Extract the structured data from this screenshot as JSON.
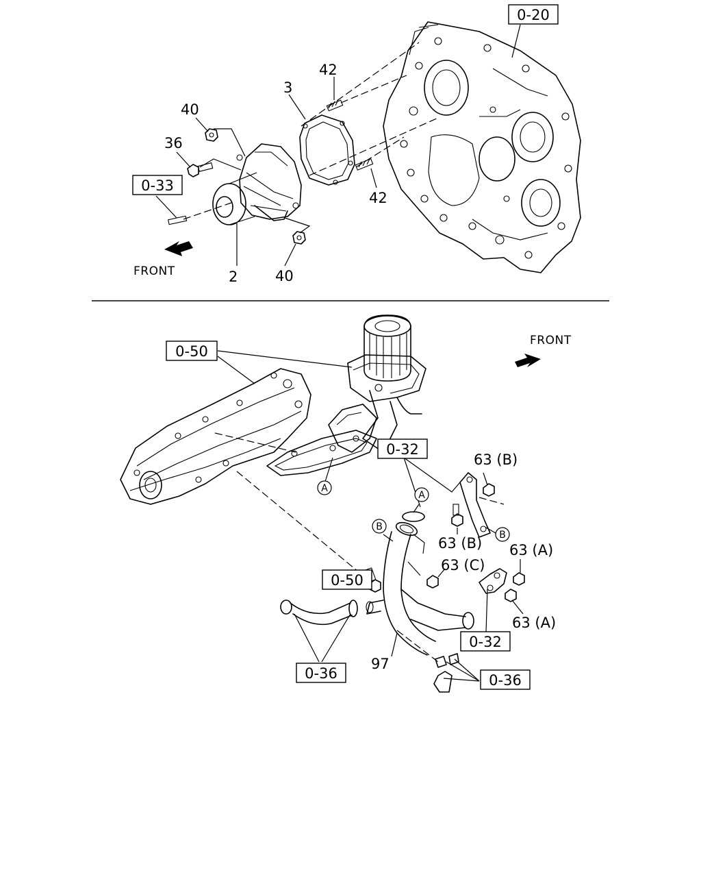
{
  "labels": {
    "ref_0_20": "0-20",
    "ref_0_33": "0-33",
    "ref_0_50_top": "0-50",
    "ref_0_50_bottom": "0-50",
    "ref_0_32_top": "0-32",
    "ref_0_32_bottom": "0-32",
    "ref_0_36_left": "0-36",
    "ref_0_36_right": "0-36",
    "part_42_top": "42",
    "part_42_bottom": "42",
    "part_3": "3",
    "part_40_top": "40",
    "part_40_bottom": "40",
    "part_36": "36",
    "part_2": "2",
    "part_63b_top": "63 (B)",
    "part_63b_mid": "63 (B)",
    "part_63c": "63 (C)",
    "part_63a_top": "63 (A)",
    "part_63a_bottom": "63 (A)",
    "part_97": "97",
    "front_top": "FRONT",
    "front_bottom": "FRONT",
    "marker_a_top": "A",
    "marker_a_bottom": "A",
    "marker_b_left": "B",
    "marker_b_right": "B"
  }
}
